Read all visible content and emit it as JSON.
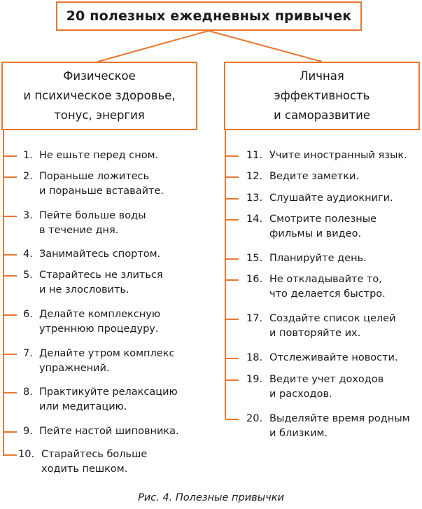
{
  "title": "20 полезных ежедневных привычек",
  "left_column": {
    "heading": "Физическое\nи психическое здоровье,\nтонус, энергия",
    "items": [
      {
        "num": "1.",
        "text": "Не ешьте перед сном."
      },
      {
        "num": "2.",
        "text": "Пораньше ложитесь\nи пораньше вставайте."
      },
      {
        "num": "3.",
        "text": "Пейте больше воды\nв течение дня."
      },
      {
        "num": "4.",
        "text": "Занимайтесь спортом."
      },
      {
        "num": "5.",
        "text": "Старайтесь не злиться\nи не злословить."
      },
      {
        "num": "6.",
        "text": "Делайте комплексную\nутреннюю процедуру."
      },
      {
        "num": "7.",
        "text": "Делайте утром комплекс\nупражнений."
      },
      {
        "num": "8.",
        "text": "Практикуйте релаксацию\nили медитацию."
      },
      {
        "num": "9.",
        "text": "Пейте настой шиповника."
      },
      {
        "num": "10.",
        "text": "Старайтесь больше\nходить пешком."
      }
    ]
  },
  "right_column": {
    "heading": "Личная\nэффективность\nи саморазвитие",
    "items": [
      {
        "num": "11.",
        "text": "Учите иностранный язык."
      },
      {
        "num": "12.",
        "text": "Ведите заметки."
      },
      {
        "num": "13.",
        "text": "Слушайте аудиокниги."
      },
      {
        "num": "14.",
        "text": "Смотрите полезные\nфильмы и видео."
      },
      {
        "num": "15.",
        "text": "Планируйте день."
      },
      {
        "num": "16.",
        "text": "Не откладывайте то,\nчто делается быстро."
      },
      {
        "num": "17.",
        "text": "Создайте список целей\nи повторяйте их."
      },
      {
        "num": "18.",
        "text": "Отслеживайте новости."
      },
      {
        "num": "19.",
        "text": "Ведите учет доходов\nи расходов."
      },
      {
        "num": "20.",
        "text": "Выделяйте время родным\nи близким."
      }
    ]
  },
  "caption": "Рис. 4. Полезные привычки",
  "colors": {
    "accent": "#e8772e",
    "text": "#1a1a1a"
  }
}
